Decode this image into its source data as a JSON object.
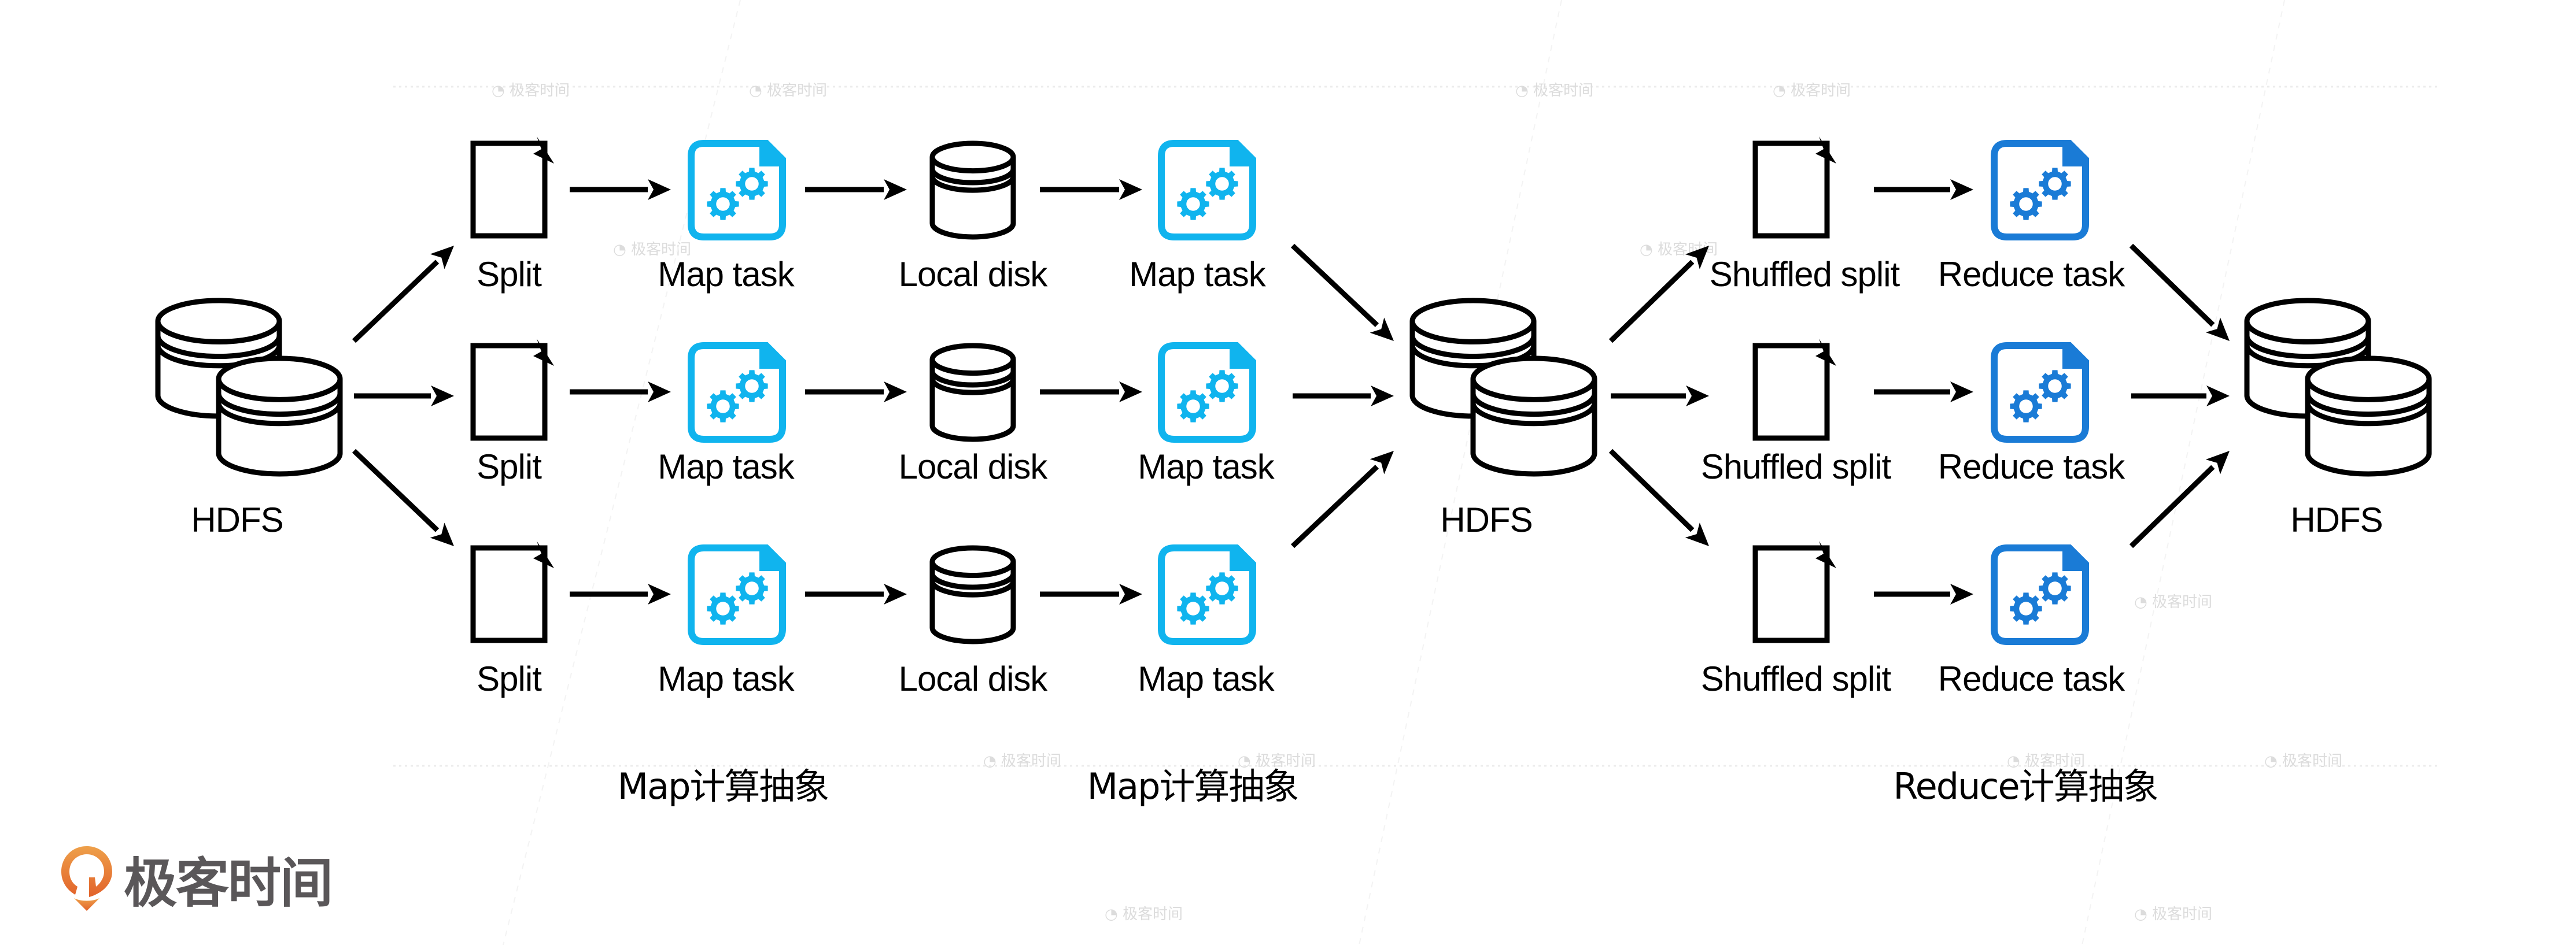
{
  "diagram": {
    "colors": {
      "stroke": "#000000",
      "map_task": "#10b4ee",
      "reduce_task": "#1a7bd6",
      "logo_orange": "#e8722c",
      "logo_text": "#5a5759",
      "watermark": "#dcdcdc"
    },
    "hdfs_input": {
      "label": "HDFS",
      "icon": "database-stack-icon"
    },
    "map_rows": [
      {
        "split": "Split",
        "map_task": "Map task",
        "local_disk": "Local disk",
        "map_task_2": "Map task"
      },
      {
        "split": "Split",
        "map_task": "Map task",
        "local_disk": "Local disk",
        "map_task_2": "Map task"
      },
      {
        "split": "Split",
        "map_task": "Map task",
        "local_disk": "Local disk",
        "map_task_2": "Map task"
      }
    ],
    "hdfs_middle": {
      "label": "HDFS",
      "icon": "database-stack-icon"
    },
    "reduce_rows": [
      {
        "shuffled_split": "Shuffled split",
        "reduce_task": "Reduce task"
      },
      {
        "shuffled_split": "Shuffled split",
        "reduce_task": "Reduce task"
      },
      {
        "shuffled_split": "Shuffled split",
        "reduce_task": "Reduce task"
      }
    ],
    "hdfs_output": {
      "label": "HDFS",
      "icon": "database-stack-icon"
    },
    "sections": [
      {
        "label": "Map计算抽象"
      },
      {
        "label": "Map计算抽象"
      },
      {
        "label": "Reduce计算抽象"
      }
    ],
    "icons": {
      "split": "document-icon",
      "map_task": "gear-document-icon",
      "local_disk": "database-icon",
      "reduce_task": "gear-document-icon"
    }
  },
  "branding": {
    "logo_text": "极客时间",
    "watermark_text": "极客时间"
  }
}
